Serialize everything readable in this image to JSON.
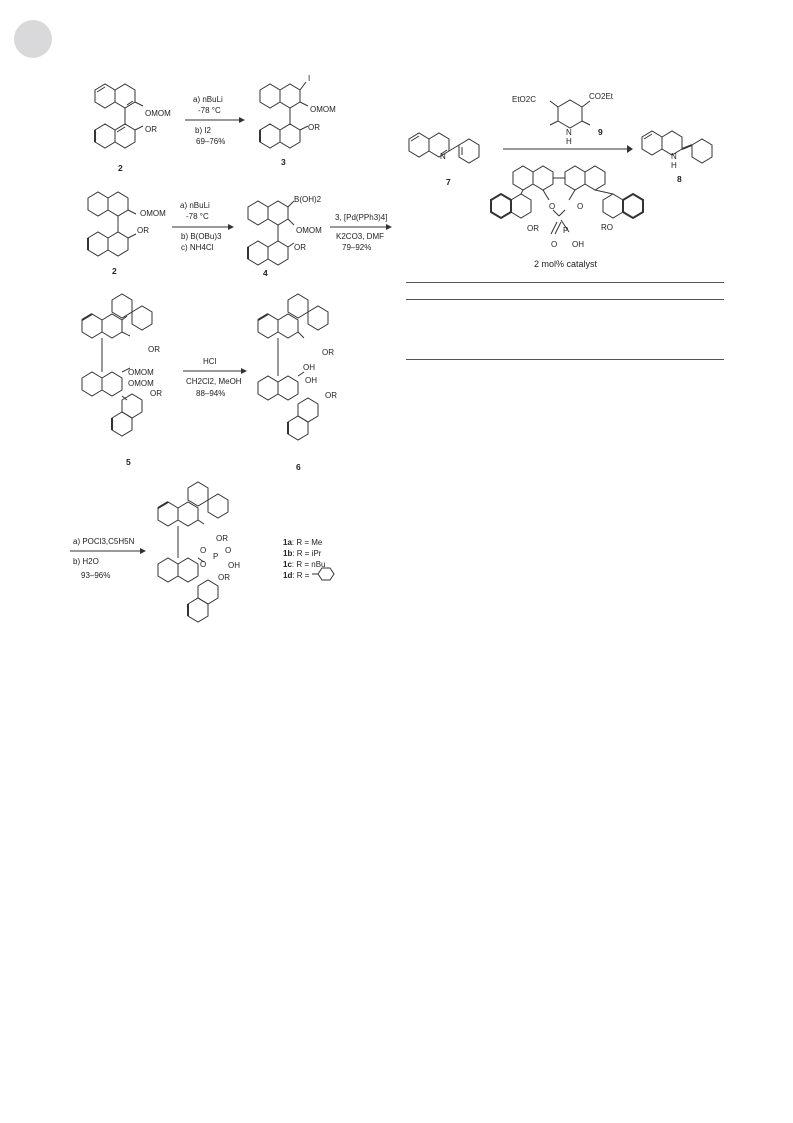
{
  "page_badge": "",
  "scheme1": {
    "reactant": {
      "substituents": [
        "OMOM",
        "OR"
      ],
      "number": "2"
    },
    "conditions": [
      "a) nBuLi",
      "-78 °C",
      "b)  I2",
      "69–76%"
    ],
    "product": {
      "substituents": [
        "I",
        "OMOM",
        "OR"
      ],
      "number": "3"
    }
  },
  "scheme2": {
    "reactant": {
      "substituents": [
        "OMOM",
        "OR"
      ],
      "number": "2"
    },
    "conditions1": [
      "a) nBuLi",
      "-78 °C",
      "b) B(OBu)3",
      "c) NH4Cl"
    ],
    "intermediate": {
      "substituents": [
        "B(OH)2",
        "OMOM",
        "OR"
      ],
      "number": "4"
    },
    "conditions2": [
      "3, [Pd(PPh3)4]",
      "K2CO3, DMF",
      "79–92%"
    ]
  },
  "scheme3": {
    "reactant": {
      "substituents": [
        "OR",
        "OMOM",
        "OMOM",
        "OR"
      ],
      "number": "5"
    },
    "conditions": [
      "HCl",
      "CH2Cl2, MeOH",
      "88–94%"
    ],
    "product": {
      "substituents": [
        "OR",
        "OH",
        "OH",
        "OR"
      ],
      "number": "6"
    }
  },
  "scheme4": {
    "conditions": [
      "a) POCl3,C5H5N",
      "b) H2O",
      "93–96%"
    ],
    "product": {
      "substituents": [
        "OR",
        "O",
        "P",
        "O",
        "O",
        "OH",
        "OR"
      ]
    },
    "r_groups": [
      {
        "id": "1a",
        "text": "R = Me"
      },
      {
        "id": "1b",
        "text": "R = iPr"
      },
      {
        "id": "1c",
        "text": "R = nBu"
      },
      {
        "id": "1d",
        "text": "R ="
      }
    ]
  },
  "right_scheme": {
    "hantzsch": {
      "substituents": [
        "EtO2C",
        "CO2Et",
        "N",
        "H"
      ],
      "number": "9"
    },
    "substrate": {
      "atom": "N",
      "number": "7"
    },
    "product": {
      "atoms": [
        "N",
        "H"
      ],
      "number": "8"
    },
    "catalyst": {
      "substituents": [
        "OR",
        "O",
        "O",
        "P",
        "O",
        "OH",
        "RO"
      ],
      "label": "2 mol% catalyst"
    }
  }
}
